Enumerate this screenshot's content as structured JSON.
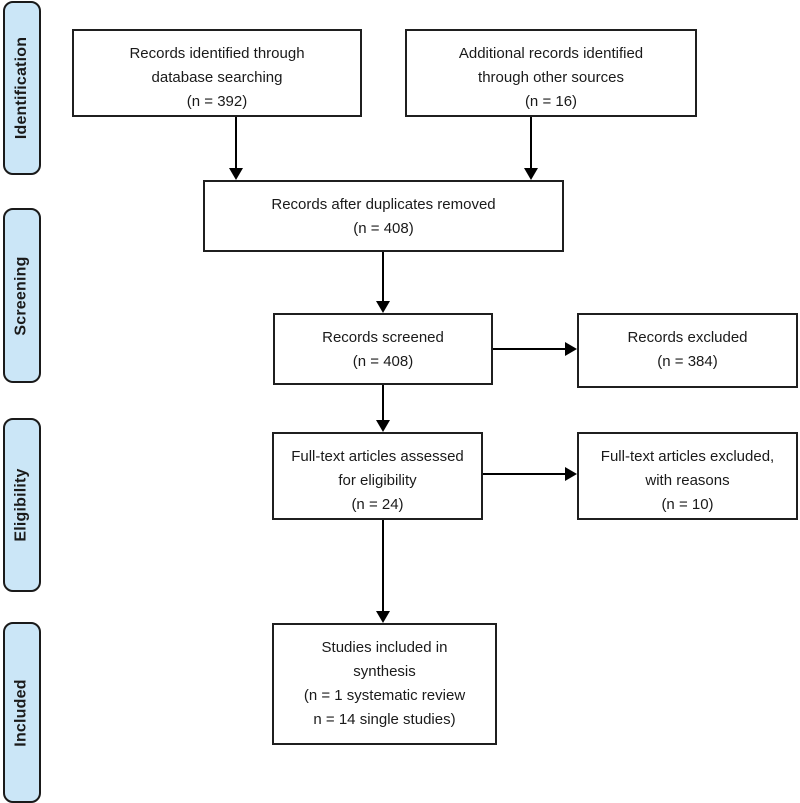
{
  "sidebar": {
    "identification": "Identification",
    "screening": "Screening",
    "eligibility": "Eligibility",
    "included": "Included"
  },
  "boxes": {
    "records_identified": {
      "lines": [
        "Records identified through",
        "database searching",
        "(n = 392)"
      ]
    },
    "additional_records": {
      "lines": [
        "Additional records identified",
        "through other sources",
        "(n = 16)"
      ]
    },
    "duplicates_removed": {
      "lines": [
        "Records after duplicates removed",
        "(n = 408)"
      ]
    },
    "records_screened": {
      "lines": [
        "Records screened",
        "(n = 408)"
      ]
    },
    "records_excluded": {
      "lines": [
        "Records excluded",
        "(n = 384)"
      ]
    },
    "fulltext_assessed": {
      "lines": [
        "Full-text articles assessed",
        "for eligibility",
        "(n = 24)"
      ]
    },
    "fulltext_excluded": {
      "lines": [
        "Full-text articles excluded,",
        "with reasons",
        "(n = 10)"
      ]
    },
    "studies_included": {
      "lines": [
        "Studies included in",
        "synthesis",
        "(n = 1 systematic review",
        "n = 14 single studies)"
      ]
    }
  },
  "counts": {
    "database_searching": 392,
    "other_sources": 16,
    "after_duplicates": 408,
    "screened": 408,
    "records_excluded": 384,
    "fulltext_assessed": 24,
    "fulltext_excluded": 10,
    "included_systematic_reviews": 1,
    "included_single_studies": 14
  },
  "colors": {
    "stage_fill": "#cbe6f7",
    "stage_border": "#1a1a1a",
    "box_border": "#1f1f1f",
    "arrow": "#000000",
    "background": "#ffffff"
  }
}
